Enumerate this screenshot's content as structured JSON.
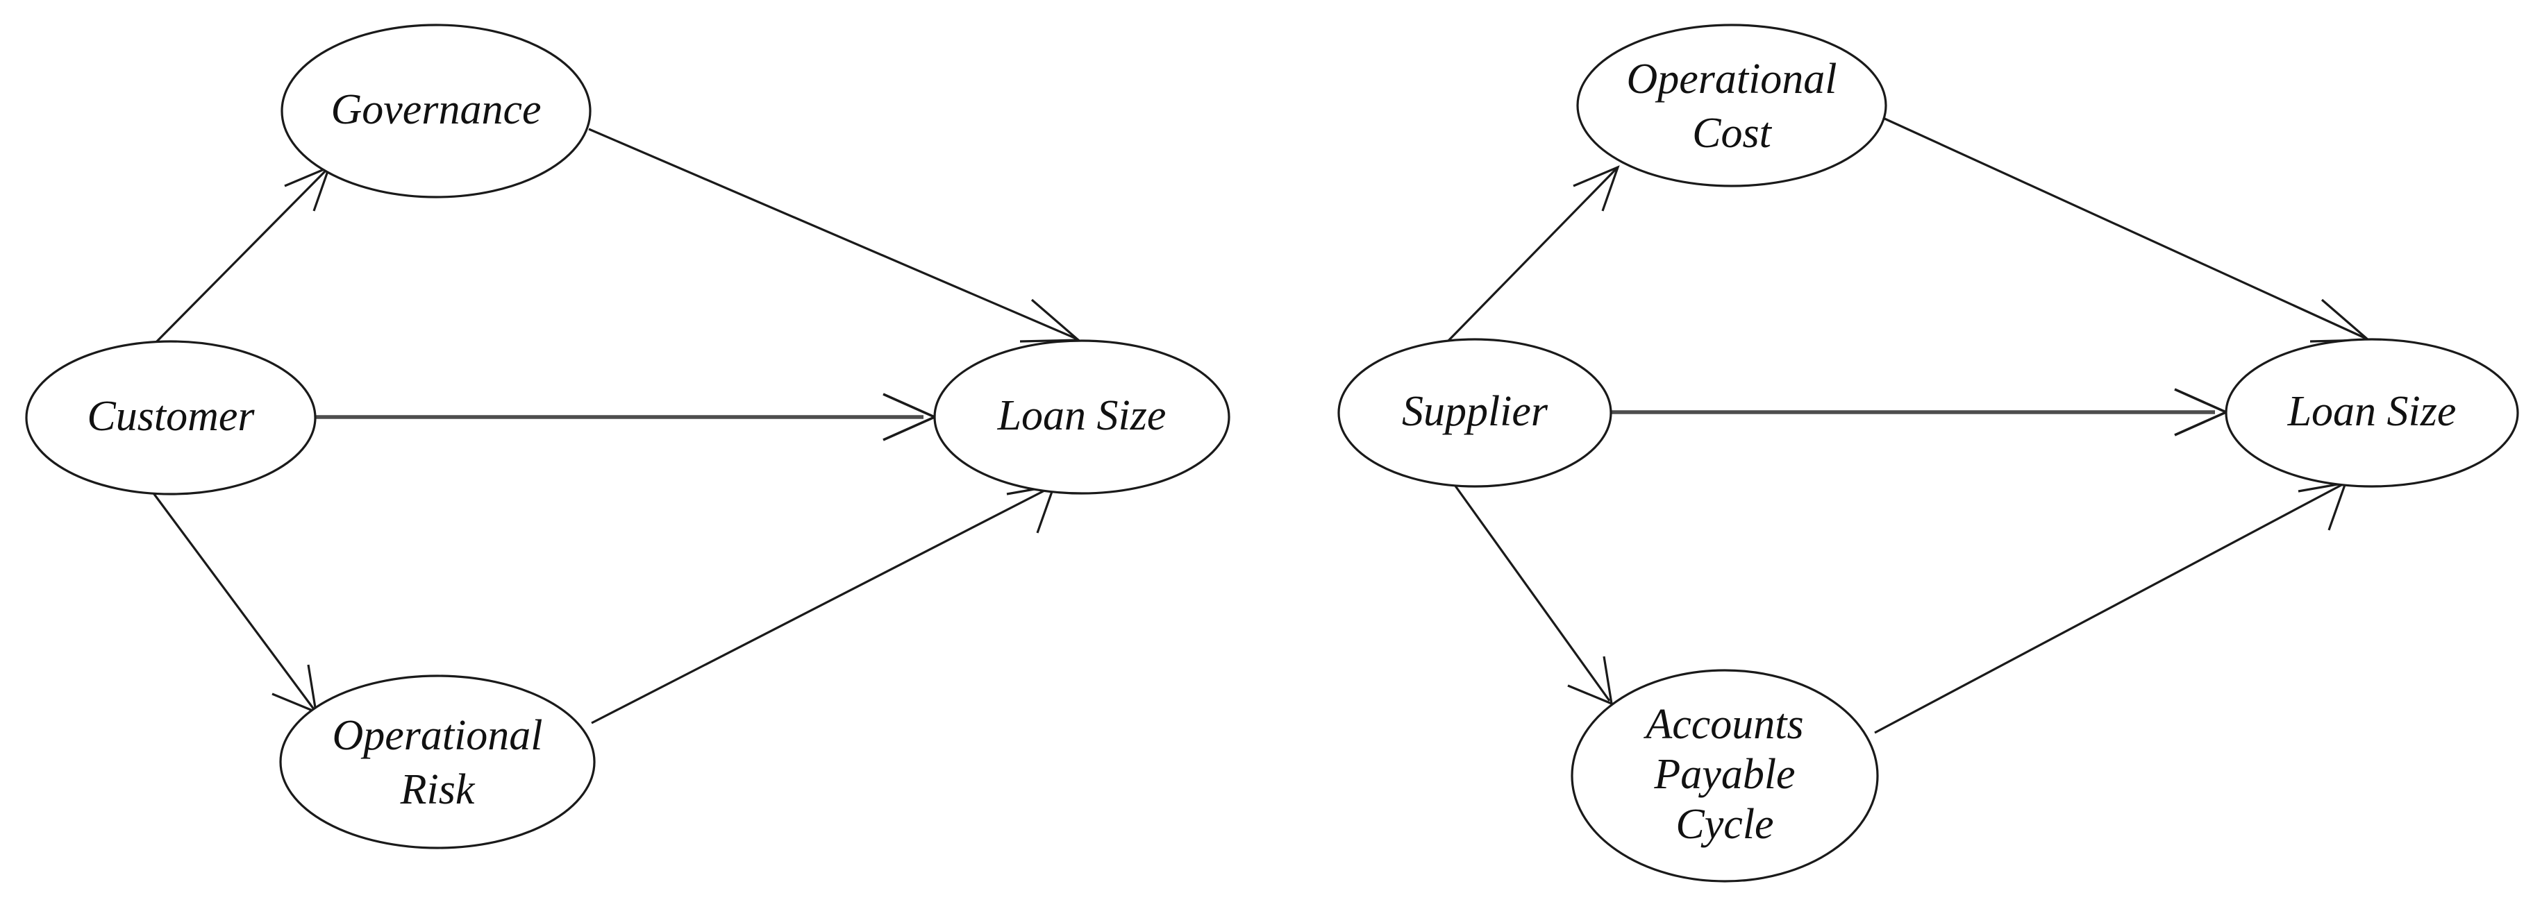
{
  "figure": {
    "type": "path-diagram",
    "background_color": "#ffffff",
    "stroke_color": "#1a1a1a",
    "direct_edge_color": "#4d4d4d",
    "panel_count": 2
  },
  "panels": [
    {
      "id": "customer-model",
      "nodes": [
        {
          "id": "customer",
          "label": "Customer",
          "lines": [
            "Customer"
          ]
        },
        {
          "id": "governance",
          "label": "Governance",
          "lines": [
            "Governance"
          ]
        },
        {
          "id": "operational-risk",
          "label": "Operational Risk",
          "lines": [
            "Operational",
            "Risk"
          ]
        },
        {
          "id": "loan-size-left",
          "label": "Loan Size",
          "lines": [
            "Loan Size"
          ]
        }
      ],
      "edges": [
        {
          "from": "Customer",
          "to": "Governance",
          "style": "arrow"
        },
        {
          "from": "Governance",
          "to": "Loan Size",
          "style": "arrow"
        },
        {
          "from": "Customer",
          "to": "Loan Size",
          "style": "arrow-direct"
        },
        {
          "from": "Customer",
          "to": "Operational Risk",
          "style": "arrow"
        },
        {
          "from": "Operational Risk",
          "to": "Loan Size",
          "style": "arrow"
        }
      ]
    },
    {
      "id": "supplier-model",
      "nodes": [
        {
          "id": "supplier",
          "label": "Supplier",
          "lines": [
            "Supplier"
          ]
        },
        {
          "id": "operational-cost",
          "label": "Operational Cost",
          "lines": [
            "Operational",
            "Cost"
          ]
        },
        {
          "id": "accounts-payable",
          "label": "Accounts Payable Cycle",
          "lines": [
            "Accounts",
            "Payable",
            "Cycle"
          ]
        },
        {
          "id": "loan-size-right",
          "label": "Loan Size",
          "lines": [
            "Loan Size"
          ]
        }
      ],
      "edges": [
        {
          "from": "Supplier",
          "to": "Operational Cost",
          "style": "arrow"
        },
        {
          "from": "Operational Cost",
          "to": "Loan Size",
          "style": "arrow"
        },
        {
          "from": "Supplier",
          "to": "Loan Size",
          "style": "arrow-direct"
        },
        {
          "from": "Supplier",
          "to": "Accounts Payable Cycle",
          "style": "arrow"
        },
        {
          "from": "Accounts Payable Cycle",
          "to": "Loan Size",
          "style": "arrow"
        }
      ]
    }
  ],
  "labels": {
    "customer": "Customer",
    "governance": "Governance",
    "operational_risk_l1": "Operational",
    "operational_risk_l2": "Risk",
    "loan_size_left": "Loan Size",
    "supplier": "Supplier",
    "operational_cost_l1": "Operational",
    "operational_cost_l2": "Cost",
    "accounts_payable_l1": "Accounts",
    "accounts_payable_l2": "Payable",
    "accounts_payable_l3": "Cycle",
    "loan_size_right": "Loan Size"
  }
}
